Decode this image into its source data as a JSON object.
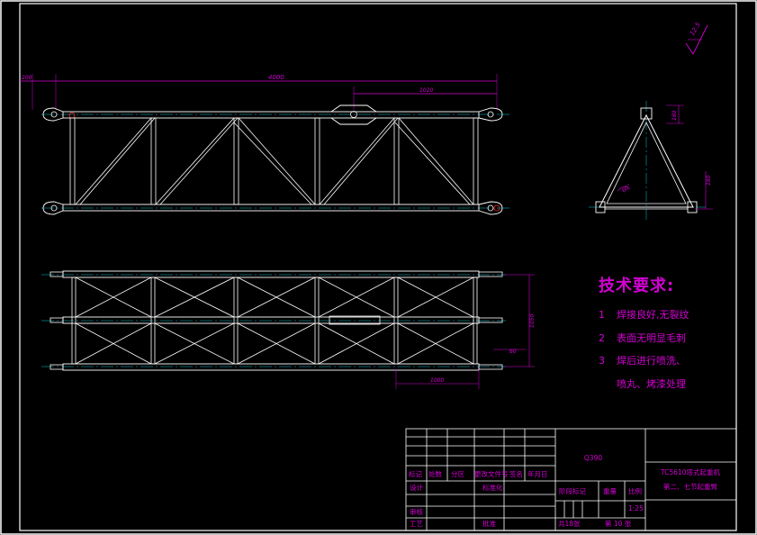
{
  "roughness": "12.5",
  "dims": {
    "top_total": "4000",
    "top_left": "200",
    "top_segment": "1020",
    "end_vertical": "180",
    "end_horizontal": "180",
    "angle": "60°",
    "plan_right": "1050",
    "plan_small": "60",
    "plan_bottom": "1000"
  },
  "notes": {
    "title": "技术要求:",
    "items": [
      {
        "num": "1",
        "text": "焊接良好,无裂纹"
      },
      {
        "num": "2",
        "text": "表面无明显毛刺"
      },
      {
        "num": "3",
        "text": "焊后进行喷洗、"
      },
      {
        "num": "",
        "text": "喷丸、烤漆处理"
      }
    ]
  },
  "title_block": {
    "material": "Q390",
    "h_mark": "标记",
    "h_count": "处数",
    "h_zone": "分区",
    "h_docno": "更改文件号",
    "h_sign": "签名",
    "h_date": "年月日",
    "design": "设计",
    "std": "标准化",
    "review": "审核",
    "process": "工艺",
    "approve": "批准",
    "stage_mark": "阶段标记",
    "weight": "重量",
    "scale": "比例",
    "scale_value": "1:25",
    "sheets": "共18张",
    "sheet_no": "第 10 张",
    "product": "TC5610塔式起重机",
    "part_name": "第二、七节起重臂"
  }
}
